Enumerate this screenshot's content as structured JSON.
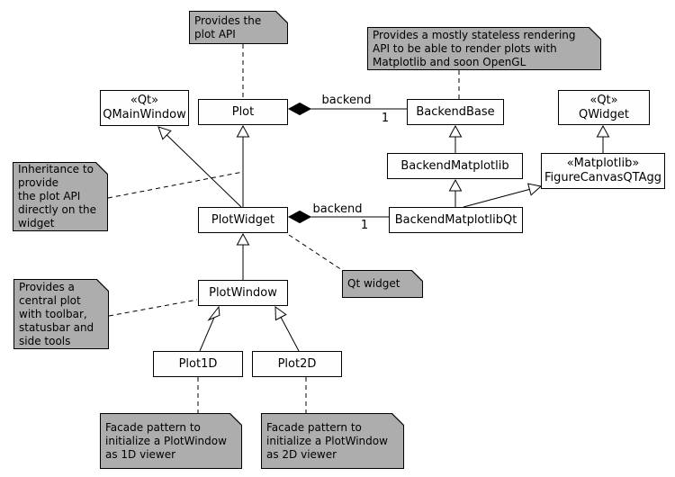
{
  "diagram": {
    "classes": {
      "qmainwindow": {
        "stereotype": "«Qt»",
        "name": "QMainWindow"
      },
      "plot": {
        "name": "Plot"
      },
      "backendbase": {
        "name": "BackendBase"
      },
      "qwidget": {
        "stereotype": "«Qt»",
        "name": "QWidget"
      },
      "backendmatplotlib": {
        "name": "BackendMatplotlib"
      },
      "figurecanvas": {
        "stereotype": "«Matplotlib»",
        "name": "FigureCanvasQTAgg"
      },
      "plotwidget": {
        "name": "PlotWidget"
      },
      "backendmatplotlibqt": {
        "name": "BackendMatplotlibQt"
      },
      "plotwindow": {
        "name": "PlotWindow"
      },
      "plot1d": {
        "name": "Plot1D"
      },
      "plot2d": {
        "name": "Plot2D"
      }
    },
    "notes": {
      "plot_api": {
        "text": "Provides the\nplot API"
      },
      "rendering_api": {
        "text": "Provides a mostly stateless rendering\nAPI to be able to render plots with\nMatplotlib and soon OpenGL"
      },
      "inheritance": {
        "text": "Inheritance to\nprovide\nthe plot API\ndirectly on the\nwidget"
      },
      "qt_widget": {
        "text": "Qt widget"
      },
      "central_plot": {
        "text": "Provides a\ncentral plot\nwith toolbar,\nstatusbar and\nside tools"
      },
      "facade_1d": {
        "text": "Facade pattern to\ninitialize a PlotWindow\nas 1D viewer"
      },
      "facade_2d": {
        "text": "Facade pattern to\ninitialize a PlotWindow\nas 2D viewer"
      }
    },
    "edges": {
      "plot_backend": {
        "label": "backend",
        "multiplicity": "1"
      },
      "plotwidget_backend": {
        "label": "backend",
        "multiplicity": "1"
      }
    },
    "colors": {
      "note_bg": "#adadad",
      "box_bg": "#fefefe",
      "line": "#000000"
    }
  }
}
